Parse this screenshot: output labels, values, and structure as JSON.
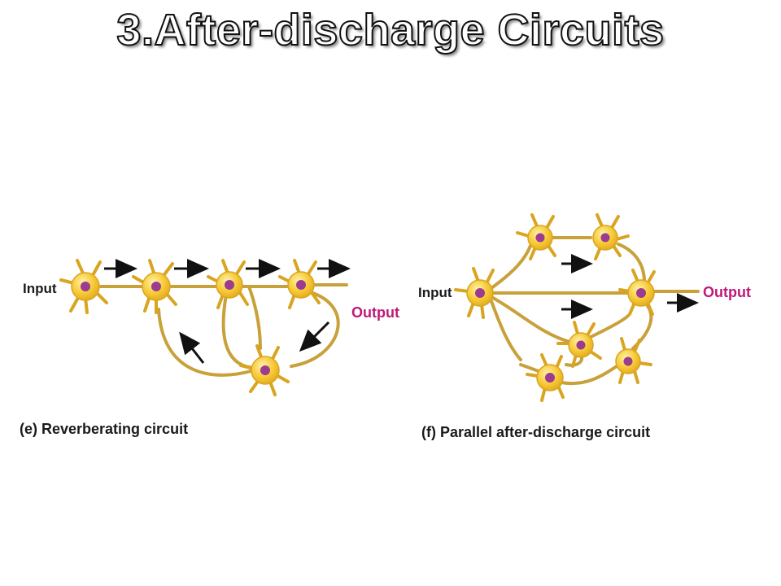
{
  "slide": {
    "title": "3.After-discharge Circuits"
  },
  "colors": {
    "axon": "#c9a13b",
    "soma": "#f6c832",
    "soma_edge": "#d9a521",
    "nucleus": "#9c3b8f",
    "arrow": "#111111",
    "output_label": "#c0187a"
  },
  "panel_e": {
    "input_label": "Input",
    "output_label": "Output",
    "caption": "(e) Reverberating circuit"
  },
  "panel_f": {
    "input_label": "Input",
    "output_label": "Output",
    "caption": "(f) Parallel after-discharge circuit"
  }
}
